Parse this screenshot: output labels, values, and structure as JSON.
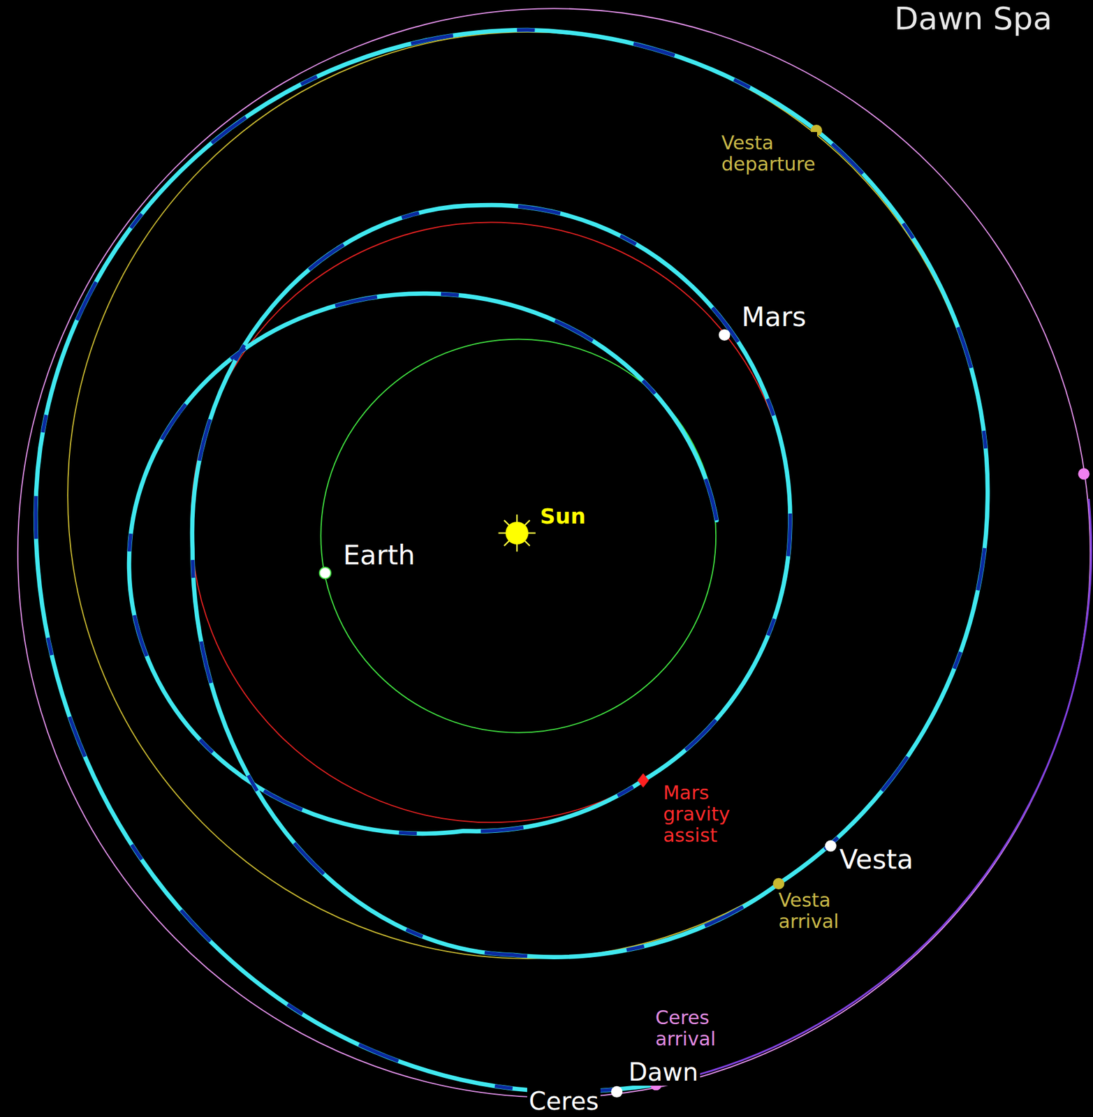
{
  "diagram": {
    "title": "Dawn Spa",
    "labels": [
      "Sun",
      "Earth",
      "Mars",
      "Vesta departure",
      "Mars gravity assist",
      "Vesta",
      "Vesta arrival",
      "Ceres arrival",
      "Dawn",
      "Ceres"
    ]
  }
}
